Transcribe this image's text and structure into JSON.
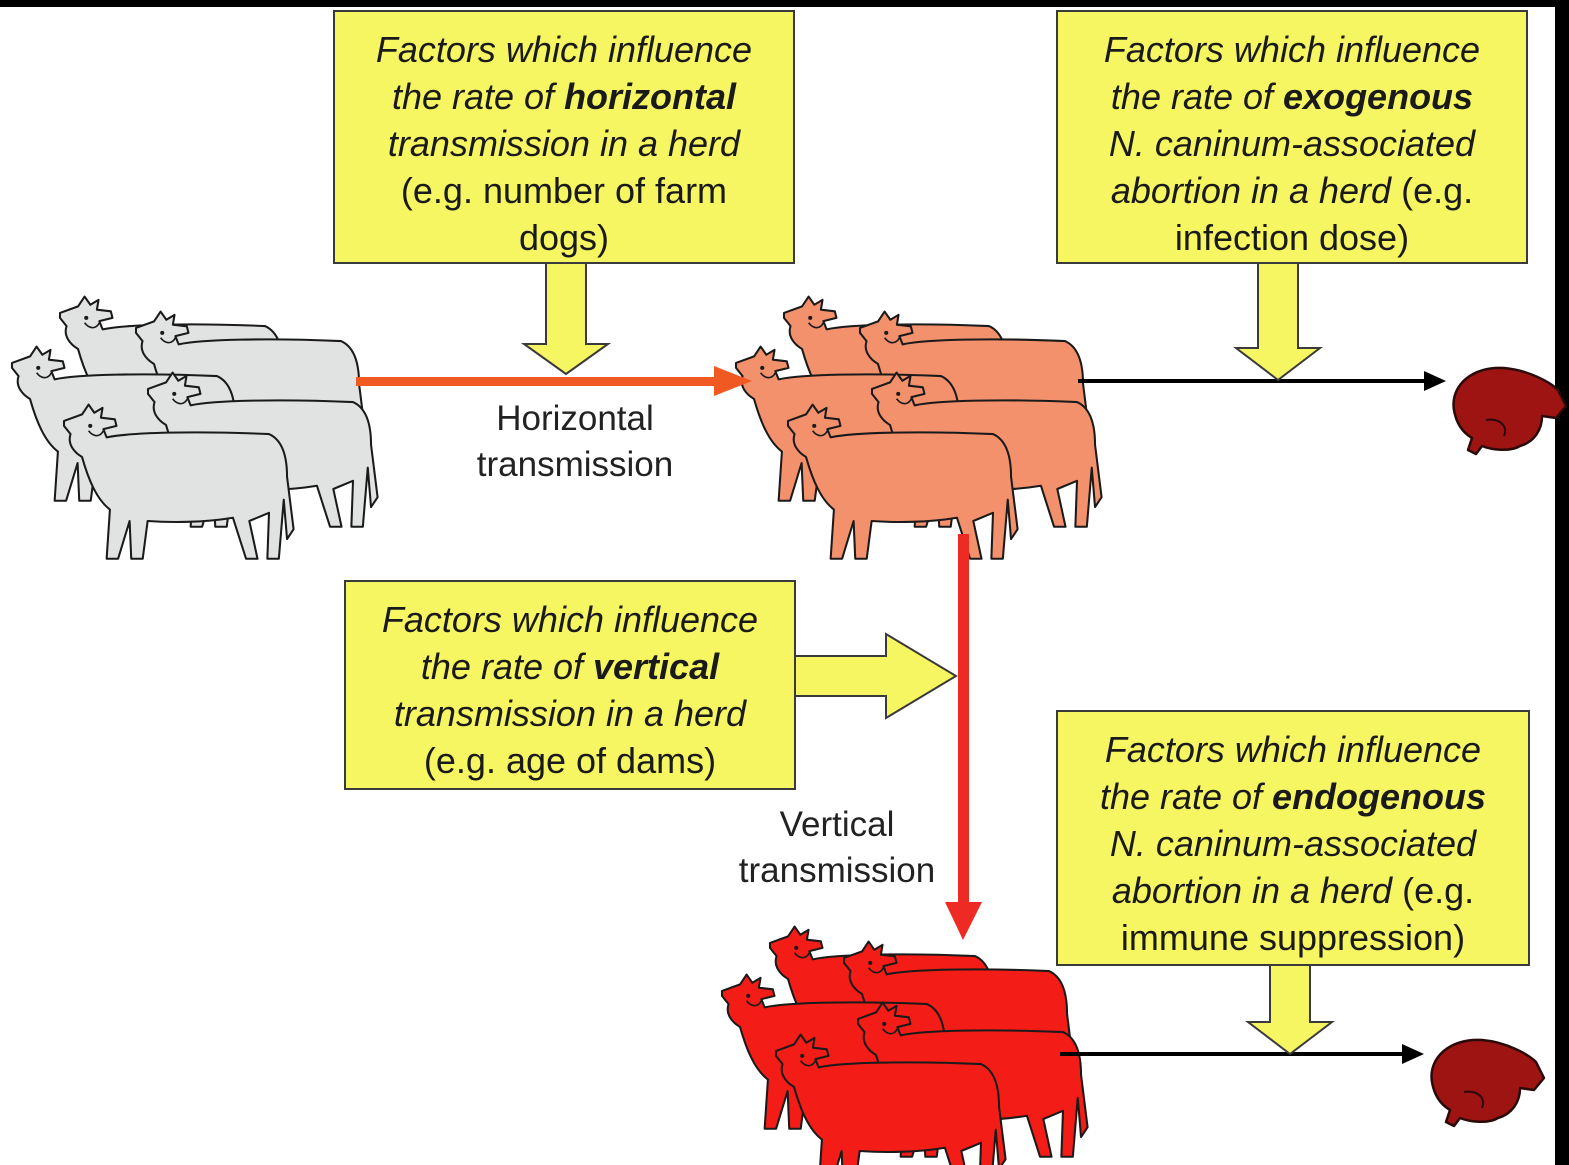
{
  "colors": {
    "uninfected_herd": "#e1e3e3",
    "infected_herd": "#f3916d",
    "vertically_infected_herd": "#f41c16",
    "aborted_fetus": "#9e1412",
    "box_fill": "#f6f562",
    "horizontal_arrow": "#f05a22",
    "vertical_arrow": "#ee2a24",
    "abortion_arrow": "#000000"
  },
  "boxes": {
    "horizontal": {
      "l1": "Factors which influence",
      "l2a": "the rate of ",
      "l2b": "horizontal",
      "l3": "transmission in a herd",
      "l4": "(e.g. number of farm",
      "l5": "dogs)"
    },
    "exogenous": {
      "l1": "Factors which influence",
      "l2a": "the rate of ",
      "l2b": "exogenous",
      "l3": "N. caninum-associated",
      "l4a": "abortion in a herd",
      "l4b": " (e.g.",
      "l5": "infection dose)"
    },
    "vertical": {
      "l1": "Factors which influence",
      "l2a": "the rate of ",
      "l2b": "vertical",
      "l3": "transmission in a herd",
      "l4": "(e.g. age of dams)"
    },
    "endogenous": {
      "l1": "Factors which influence",
      "l2a": "the rate of ",
      "l2b": "endogenous",
      "l3": "N. caninum-associated",
      "l4a": "abortion in a herd",
      "l4b": " (e.g.",
      "l5": "immune suppression)"
    }
  },
  "labels": {
    "horizontal_1": "Horizontal",
    "horizontal_2": "transmission",
    "vertical_1": "Vertical",
    "vertical_2": "transmission"
  }
}
